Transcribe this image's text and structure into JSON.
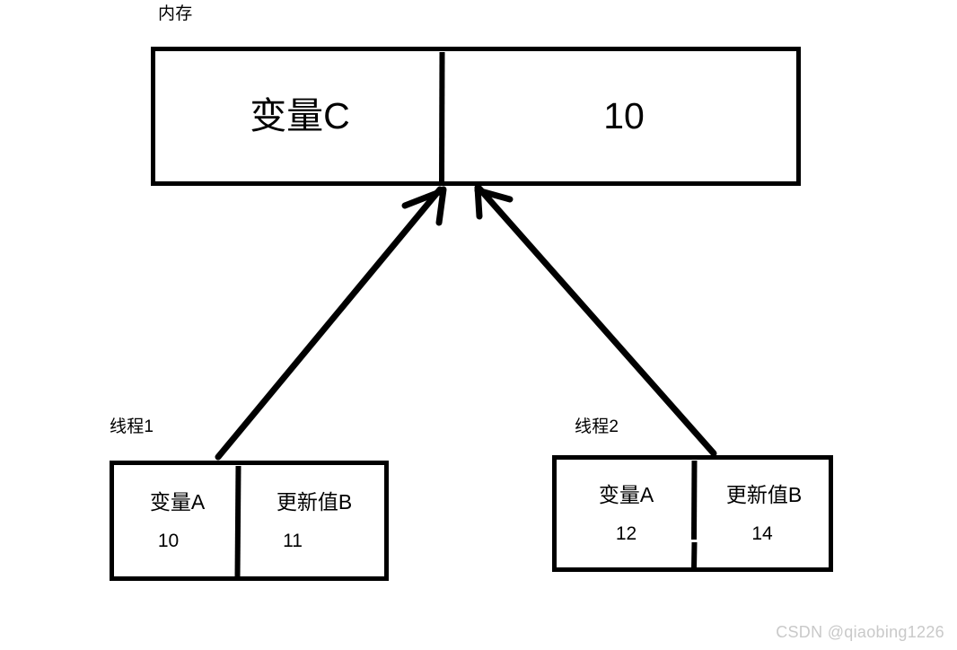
{
  "diagram": {
    "title_caption": "内存",
    "memory": {
      "label": "内存",
      "name_cell": "变量C",
      "value_cell": "10"
    },
    "threads": [
      {
        "caption": "线程1",
        "var_title": "变量A",
        "var_value": "10",
        "update_title": "更新值B",
        "update_value": "11"
      },
      {
        "caption": "线程2",
        "var_title": "变量A",
        "var_value": "12",
        "update_title": "更新值B",
        "update_value": "14"
      }
    ],
    "arrows": [
      {
        "name": "thread1-to-memory",
        "from": "线程1",
        "to": "内存"
      },
      {
        "name": "thread2-to-memory",
        "from": "线程2",
        "to": "内存"
      }
    ]
  },
  "watermark": {
    "text": "CSDN @qiaobing1226",
    "color": "#c9c9c9"
  },
  "style": {
    "stroke_color": "#000000",
    "background": "#ffffff"
  }
}
